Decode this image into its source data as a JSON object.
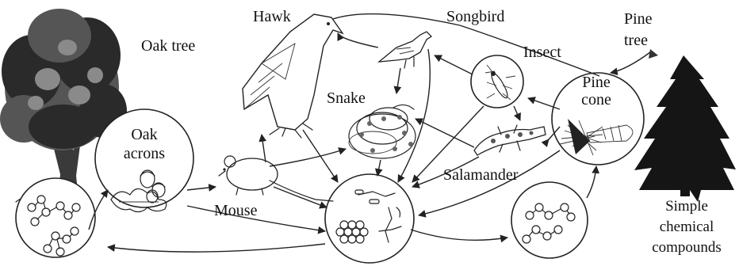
{
  "labels": {
    "oak_tree": "Oak tree",
    "hawk": "Hawk",
    "songbird": "Songbird",
    "pine_tree_1": "Pine",
    "pine_tree_2": "tree",
    "insect": "Insect",
    "pine_cone_1": "Pine",
    "pine_cone_2": "cone",
    "snake": "Snake",
    "oak_acrons_1": "Oak",
    "oak_acrons_2": "acrons",
    "mouse": "Mouse",
    "salamander": "Salamander",
    "simple_chem_1": "Simple",
    "simple_chem_2": "chemical",
    "simple_chem_3": "compounds"
  }
}
